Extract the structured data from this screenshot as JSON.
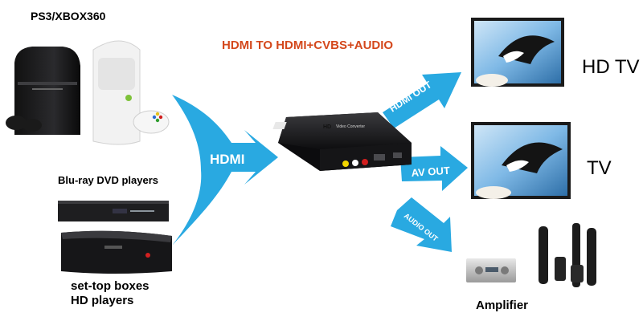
{
  "title": "HDMI TO HDMI+CVBS+AUDIO",
  "sources": {
    "consoles_label": "PS3/XBOX360",
    "bluray_label": "Blu-ray DVD players",
    "settop_label_line1": "set-top boxes",
    "settop_label_line2": "HD players"
  },
  "input_arrow_label": "HDMI",
  "outputs": {
    "hdmi_out_label": "HDMI OUT",
    "av_out_label": "AV OUT",
    "audio_out_label": "AUDIO OUT"
  },
  "destinations": {
    "hdtv_label": "HD TV",
    "tv_label": "TV",
    "amplifier_label": "Amplifier"
  },
  "converter": {
    "logo_text": "HD",
    "model_text": "Video Converter"
  },
  "colors": {
    "arrow_blue": "#29a9e1",
    "title_orange": "#d4481c",
    "device_black": "#1c1c1e"
  }
}
